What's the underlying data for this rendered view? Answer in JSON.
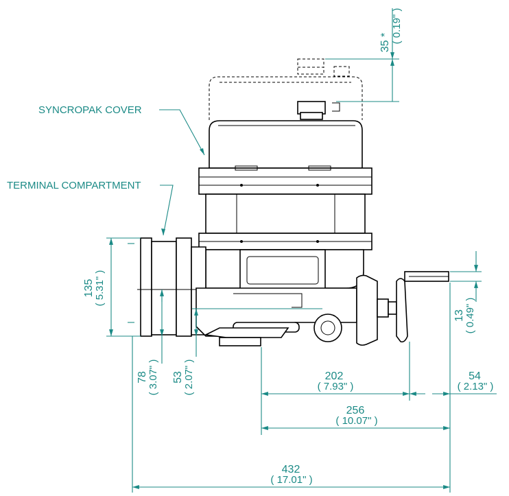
{
  "labels": {
    "syncropak_cover": "SYNCROPAK COVER",
    "terminal_compartment": "TERMINAL COMPARTMENT"
  },
  "dimensions": {
    "d35": {
      "value": "35 *",
      "inch": "( 0.19\" )"
    },
    "d135": {
      "value": "135",
      "inch": "( 5.31\" )"
    },
    "d13": {
      "value": "13",
      "inch": "( 0.49\" )"
    },
    "d78": {
      "value": "78",
      "inch": "( 3.07\" )"
    },
    "d53": {
      "value": "53",
      "inch": "( 2.07\" )"
    },
    "d202": {
      "value": "202",
      "inch": "( 7.93\" )"
    },
    "d54": {
      "value": "54",
      "inch": "( 2.13\" )"
    },
    "d256": {
      "value": "256",
      "inch": "( 10.07\" )"
    },
    "d432": {
      "value": "432",
      "inch": "( 17.01\" )"
    }
  },
  "colors": {
    "dimension": "#1b8a86",
    "outline": "#000000"
  }
}
